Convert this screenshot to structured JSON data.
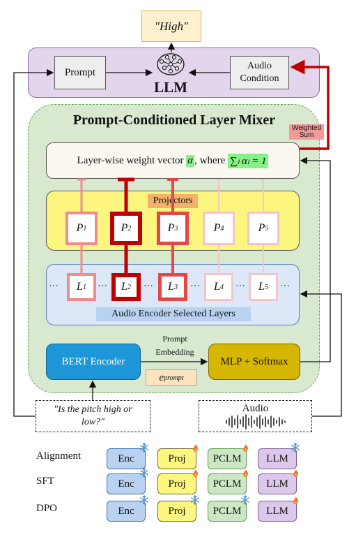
{
  "output": {
    "label": "\"High\""
  },
  "llm_block": {
    "prompt_label": "Prompt",
    "audio_condition_label": "Audio Condition",
    "llm_label": "LLM"
  },
  "weighted_sum_tag": "Weighted Sum",
  "mixer": {
    "title": "Prompt-Conditioned Layer Mixer",
    "weight_vector": {
      "prefix": "Layer-wise weight vector",
      "symbol": "α",
      "mid": ", where",
      "formula": "∑ₗ αₗ = 1"
    },
    "projectors_label": "Projectors",
    "projectors": [
      {
        "label": "P",
        "sub": "1"
      },
      {
        "label": "P",
        "sub": "2"
      },
      {
        "label": "P",
        "sub": "3"
      },
      {
        "label": "P",
        "sub": "4"
      },
      {
        "label": "P",
        "sub": "5"
      }
    ],
    "layers": [
      {
        "label": "L",
        "sub": "1"
      },
      {
        "label": "L",
        "sub": "2"
      },
      {
        "label": "L",
        "sub": "3"
      },
      {
        "label": "L",
        "sub": "4"
      },
      {
        "label": "L",
        "sub": "5"
      }
    ],
    "ellipsis": "···",
    "encoder_label": "Audio Encoder Selected Layers",
    "bert_label": "BERT Encoder",
    "prompt_embedding_label": "Prompt Embedding",
    "e_prompt": {
      "base": "e",
      "sub": "prompt"
    },
    "mlp_label": "MLP + Softmax"
  },
  "inputs": {
    "prompt_text": "\"Is the pitch high or low?\"",
    "audio_label": "Audio"
  },
  "training_table": {
    "stages": [
      "Alignment",
      "SFT",
      "DPO"
    ],
    "modules": [
      "Enc",
      "Proj",
      "PCLM",
      "LLM"
    ],
    "states": [
      [
        "frozen",
        "trainable",
        "trainable",
        "frozen"
      ],
      [
        "frozen",
        "trainable",
        "trainable",
        "trainable"
      ],
      [
        "frozen",
        "frozen",
        "frozen",
        "trainable"
      ]
    ],
    "icons": {
      "frozen": "snowflake-icon",
      "trainable": "flame-icon"
    }
  },
  "colors": {
    "llm_bg": "#e2d5ec",
    "llm_border": "#8a6aa8",
    "mixer_bg": "#d9e9d0",
    "mixer_border": "#6aa35b",
    "projector_bg": "#fcf680",
    "encoder_bg": "#dce8f8",
    "bert_bg": "#1d97d8",
    "mlp_bg": "#d5b600",
    "highlight_red": "#c00000",
    "weighted_sum_bg": "#f29a9a",
    "projectors_label_bg": "#f5b06a",
    "eprompt_bg": "#fbe3bf",
    "weight_green": "#86f184"
  }
}
